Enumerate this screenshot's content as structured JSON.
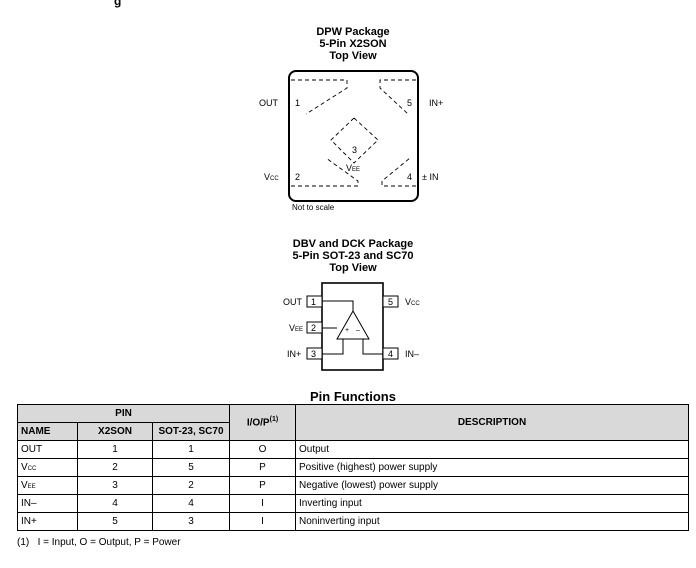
{
  "top_fragment": "g",
  "dpw": {
    "title_line1": "DPW Package",
    "title_line2": "5-Pin X2SON",
    "title_line3": "Top View",
    "pin1_name": "OUT",
    "pin1_num": "1",
    "pin2_name_main": "V",
    "pin2_name_sub": "CC",
    "pin2_num": "2",
    "pin3_num": "3",
    "pin3_name_main": "V",
    "pin3_name_sub": "EE",
    "pin4_name": "± IN",
    "pin4_num": "4",
    "pin5_name": "IN+",
    "pin5_num": "5",
    "note": "Not to scale"
  },
  "dbv": {
    "title_line1": "DBV and DCK Package",
    "title_line2": "5-Pin SOT-23 and SC70",
    "title_line3": "Top View",
    "pin1_name": "OUT",
    "pin1_num": "1",
    "pin2_name_main": "V",
    "pin2_name_sub": "EE",
    "pin2_num": "2",
    "pin3_name": "IN+",
    "pin3_num": "3",
    "pin4_num": "4",
    "pin4_name": "IN–",
    "pin5_num": "5",
    "pin5_name_main": "V",
    "pin5_name_sub": "CC",
    "opamp_plus": "+",
    "opamp_minus": "–"
  },
  "pin_functions": {
    "title": "Pin Functions",
    "header_pin": "PIN",
    "header_name": "NAME",
    "header_x2son": "X2SON",
    "header_sot": "SOT-23, SC70",
    "header_io": "I/O/P",
    "header_io_note": "(1)",
    "header_desc": "DESCRIPTION",
    "rows": [
      {
        "name": "OUT",
        "name_sub": "",
        "x2son": "1",
        "sot": "1",
        "io": "O",
        "desc": "Output"
      },
      {
        "name": "V",
        "name_sub": "CC",
        "x2son": "2",
        "sot": "5",
        "io": "P",
        "desc": "Positive (highest) power supply"
      },
      {
        "name": "V",
        "name_sub": "EE",
        "x2son": "3",
        "sot": "2",
        "io": "P",
        "desc": "Negative (lowest) power supply"
      },
      {
        "name": "IN–",
        "name_sub": "",
        "x2son": "4",
        "sot": "4",
        "io": "I",
        "desc": "Inverting input"
      },
      {
        "name": "IN+",
        "name_sub": "",
        "x2son": "5",
        "sot": "3",
        "io": "I",
        "desc": "Noninverting input"
      }
    ]
  },
  "footnote": {
    "marker": "(1)",
    "text": "I = Input, O = Output, P = Power"
  }
}
